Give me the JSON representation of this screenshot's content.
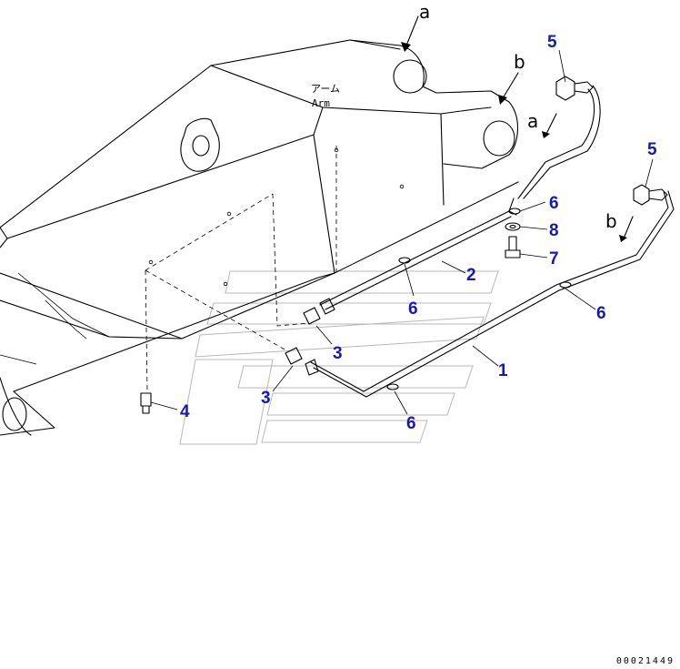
{
  "arm_label": {
    "jp": "アーム",
    "en": "Arm"
  },
  "view_letters": [
    "a",
    "b",
    "a",
    "b"
  ],
  "callouts": {
    "c1": "1",
    "c2": "2",
    "c3a": "3",
    "c3b": "3",
    "c4": "4",
    "c5a": "5",
    "c5b": "5",
    "c6a": "6",
    "c6b": "6",
    "c6c": "6",
    "c6d": "6",
    "c7": "7",
    "c8": "8"
  },
  "figure_id": "00021449",
  "colors": {
    "callout": "#1818b8",
    "line": "#000000",
    "watermark": "#b8b8b8"
  }
}
